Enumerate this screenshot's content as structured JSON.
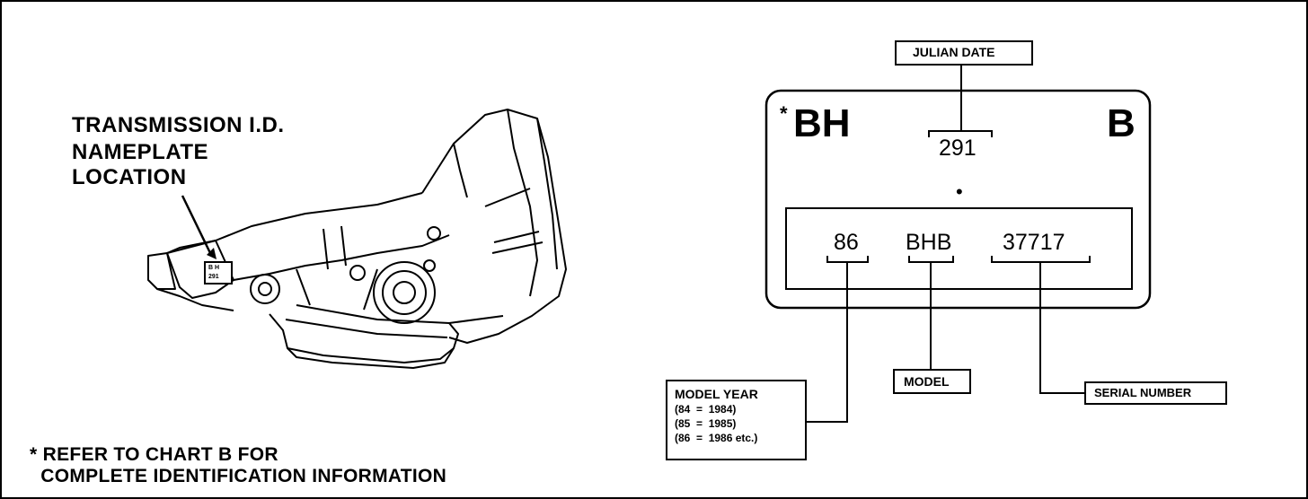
{
  "left_callout": [
    "TRANSMISSION I.D.",
    "NAMEPLATE",
    "LOCATION"
  ],
  "plate_thumb": [
    "B H",
    "291"
  ],
  "footnote": [
    "* REFER TO CHART B FOR",
    "  COMPLETE IDENTIFICATION INFORMATION"
  ],
  "nameplate": {
    "asterisk": "*",
    "prefix": "BH",
    "suffix": "B",
    "julian_value": "291",
    "dot": "•",
    "year_code": "86",
    "model_code": "BHB",
    "serial_code": "37717"
  },
  "labels": {
    "julian_date": "JULIAN DATE",
    "model": "MODEL",
    "serial_number": "SERIAL NUMBER",
    "model_year": [
      "MODEL YEAR",
      "(84  =  1984)",
      "(85  =  1985)",
      "(86  =  1986 etc.)"
    ]
  }
}
